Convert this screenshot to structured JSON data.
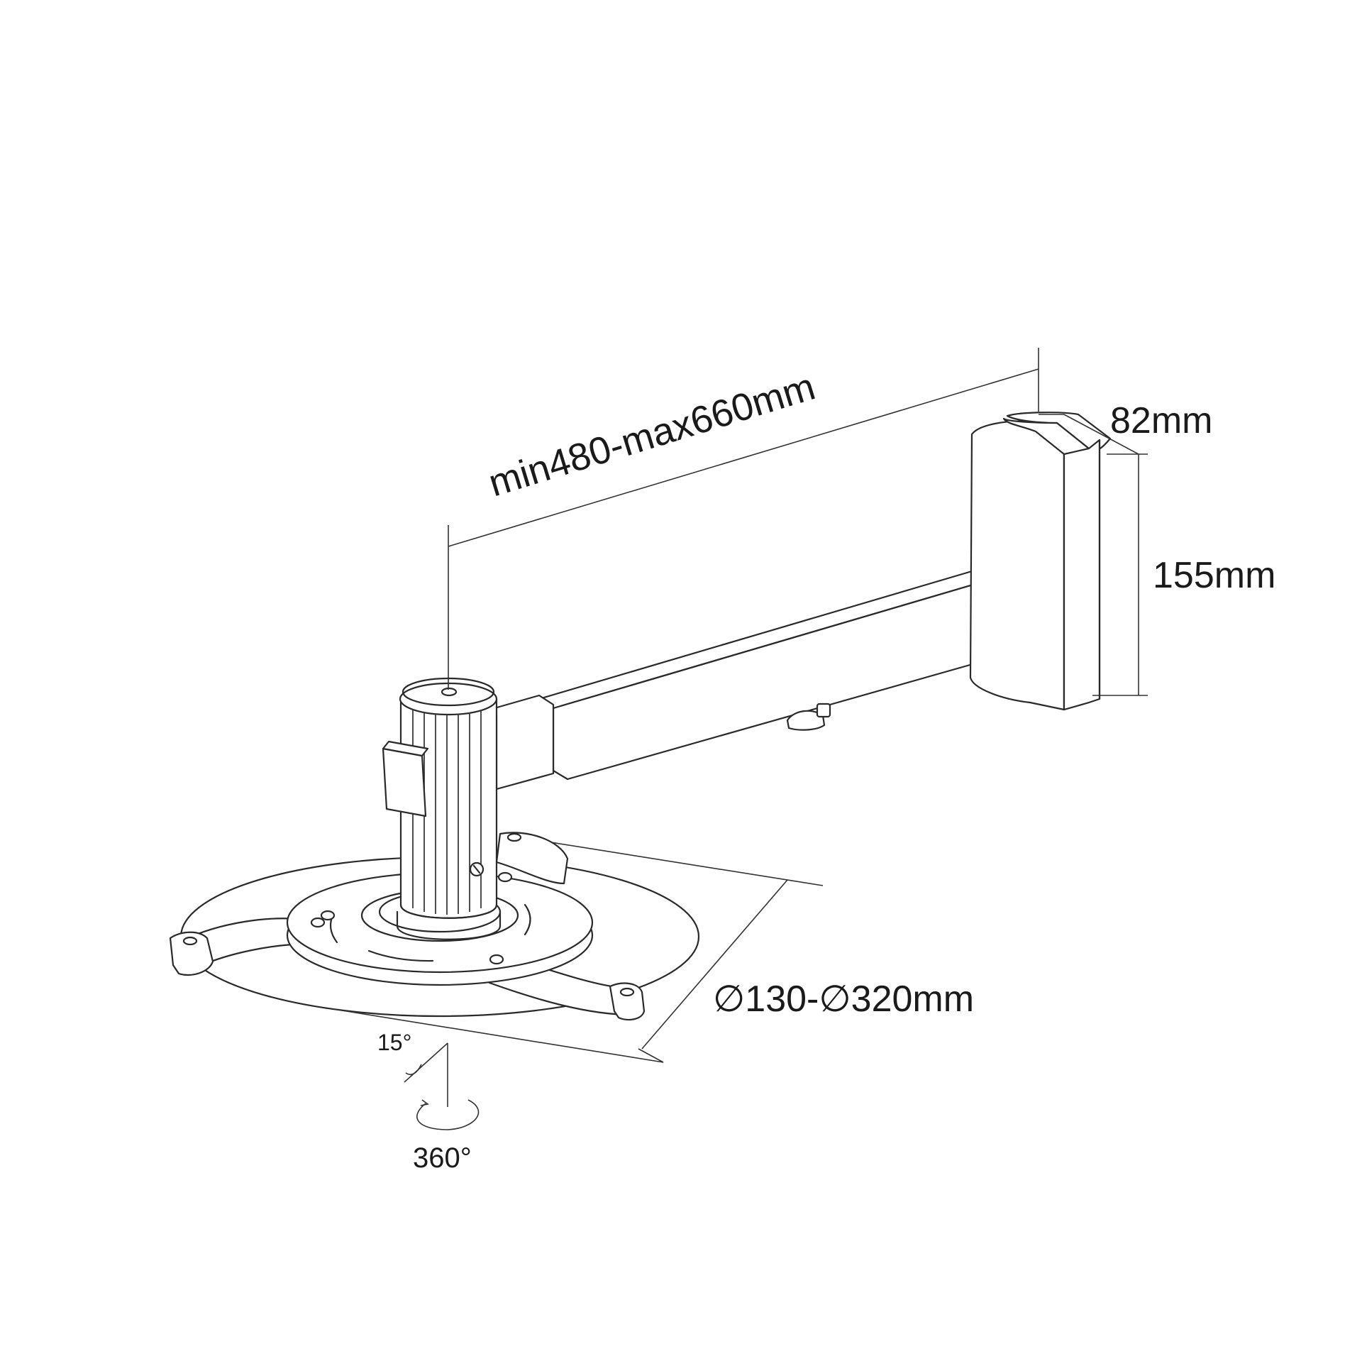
{
  "diagram": {
    "labels": {
      "arm_length": "min480-max660mm",
      "bracket_depth": "82mm",
      "bracket_height": "155mm",
      "plate_diameter": "∅130-∅320mm",
      "tilt_angle": "15°",
      "rotation_angle": "360°"
    },
    "colors": {
      "line": "#2a2a2a",
      "background": "#ffffff"
    }
  }
}
